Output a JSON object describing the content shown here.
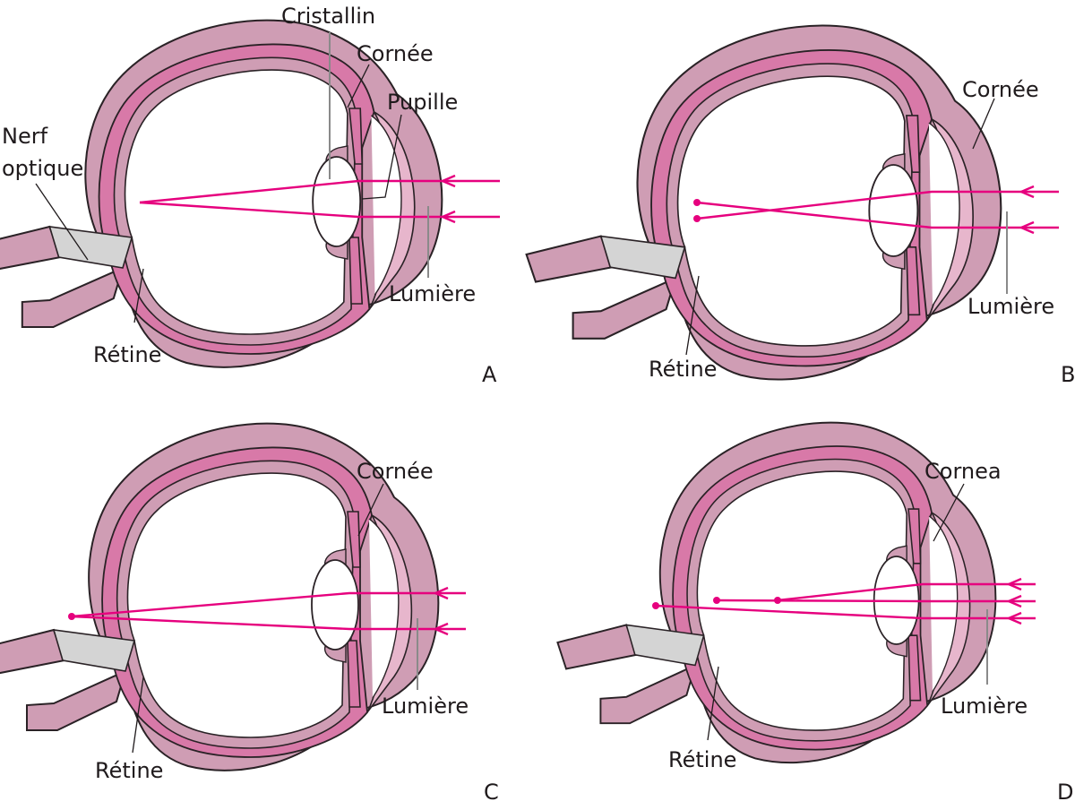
{
  "colors": {
    "sclera": "#cf9db4",
    "choroid": "#d879a8",
    "cornea": "#e7b6cc",
    "outline": "#2a2226",
    "nerve": "#d4d4d4",
    "light_ray": "#e6007e"
  },
  "panels": [
    {
      "letter": "A",
      "labels": {
        "lens": "Cristallin",
        "cornea": "Cornée",
        "pupil": "Pupille",
        "optic_nerve_line1": "Nerf",
        "optic_nerve_line2": "optique",
        "light": "Lumière",
        "retina": "Rétine"
      }
    },
    {
      "letter": "B",
      "labels": {
        "cornea": "Cornée",
        "light": "Lumière",
        "retina": "Rétine"
      }
    },
    {
      "letter": "C",
      "labels": {
        "cornea": "Cornée",
        "light": "Lumière",
        "retina": "Rétine"
      }
    },
    {
      "letter": "D",
      "labels": {
        "cornea": "Cornea",
        "light": "Lumière",
        "retina": "Rétine"
      }
    }
  ]
}
